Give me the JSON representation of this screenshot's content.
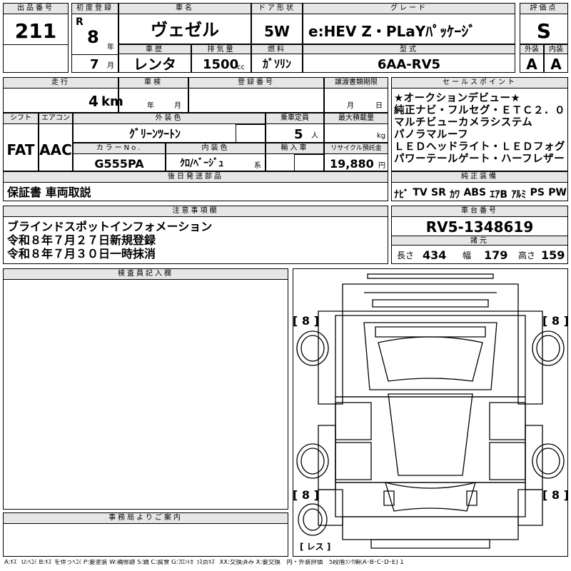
{
  "header": {
    "lot_no_label": "出品番号",
    "lot_no": "211",
    "first_reg_label": "初度登録",
    "era": "R",
    "year_num": "8",
    "year_unit": "年",
    "month_num": "7",
    "month_unit": "月",
    "car_name_label": "車名",
    "car_name": "ヴェゼル",
    "door_label": "ドア形状",
    "door": "5W",
    "grade_label": "グレード",
    "grade": "e:HEV Z・PLaYﾊﾟｯｹｰｼﾞ",
    "score_label": "評価点",
    "score": "S",
    "history_label": "車歴",
    "history": "レンタ",
    "displacement_label": "排気量",
    "displacement": "1500",
    "displacement_unit": "cc",
    "fuel_label": "燃料",
    "fuel": "ｶﾞｿﾘﾝ",
    "model_label": "型式",
    "model": "6AA-RV5",
    "exterior_label": "外装",
    "exterior": "A",
    "interior_label": "内装",
    "interior": "A"
  },
  "row2": {
    "mileage_label": "走行",
    "mileage": "4",
    "mileage_unit": "km",
    "inspection_label": "車検",
    "inspection_year_unit": "年",
    "inspection_month_unit": "月",
    "reg_no_label": "登録番号",
    "transfer_label": "譲渡書類期限",
    "transfer_month_unit": "月",
    "transfer_day_unit": "日"
  },
  "row3": {
    "shift_label": "シフト",
    "shift": "FAT",
    "ac_label": "エアコン",
    "ac": "AAC",
    "ext_color_label": "外装色",
    "ext_color": "ｸﾞﾘｰﾝﾂｰﾄﾝ",
    "capacity_label": "乗車定員",
    "capacity": "5",
    "capacity_unit": "人",
    "load_label": "最大積載量",
    "load_unit": "kg",
    "color_no_label": "カラーNo.",
    "color_no": "G555PA",
    "int_color_label": "内装色",
    "int_color": "ｸﾛ/ﾍﾞｰｼﾞｭ",
    "int_color_suffix": "系",
    "import_label": "輸入車",
    "recycle_label": "リサイクル預託金",
    "recycle": "19,880",
    "recycle_unit": "円"
  },
  "later_parts": {
    "label": "後日発送部品",
    "value": "保証書 車両取説"
  },
  "sales_points": {
    "label": "セールスポイント",
    "lines": [
      "★オークションデビュー★",
      "純正ナビ・フルセグ・ＥＴＣ２．０",
      "マルチビューカメラシステム",
      "パノラマルーフ",
      "ＬＥＤヘッドライト・ＬＥＤフォグ",
      "パワーテールゲート・ハーフレザー"
    ]
  },
  "equipment": {
    "label": "純正装備",
    "items": [
      "ﾅﾋﾞ",
      "TV",
      "SR",
      "ｶﾜ",
      "ABS",
      "ｴｱB",
      "ｱﾙﾐ",
      "PS",
      "PW"
    ]
  },
  "notes": {
    "label": "注意事項欄",
    "lines": [
      "ブラインドスポットインフォメーション",
      "令和８年７月２７日新規登録",
      "令和８年７月３０日一時抹消"
    ]
  },
  "chassis": {
    "label": "車台番号",
    "value": "RV5-1348619",
    "dims_label": "諸元",
    "length_label": "長さ",
    "length": "434",
    "width_label": "幅",
    "width": "179",
    "height_label": "高さ",
    "height": "159"
  },
  "inspector": {
    "label": "検査員記入欄"
  },
  "office": {
    "label": "事務局よりご案内"
  },
  "diagram": {
    "fl": "8",
    "fr": "8",
    "rl": "8",
    "rr": "8",
    "spare": "レス"
  },
  "legend": "A:ｷｽﾞ U:ﾍｺﾐ B:ｷｽﾞを伴うﾍｺﾐ P:要塗装 W:補修跡 S:錆 C:腐食 G:ﾌﾛﾝﾄｶﾞﾗｽ点ｷｽﾞ XX:交換済み X:要交換　内・外装評価　5段階ﾗﾝｸ順(A･B･C･D･E) 1"
}
